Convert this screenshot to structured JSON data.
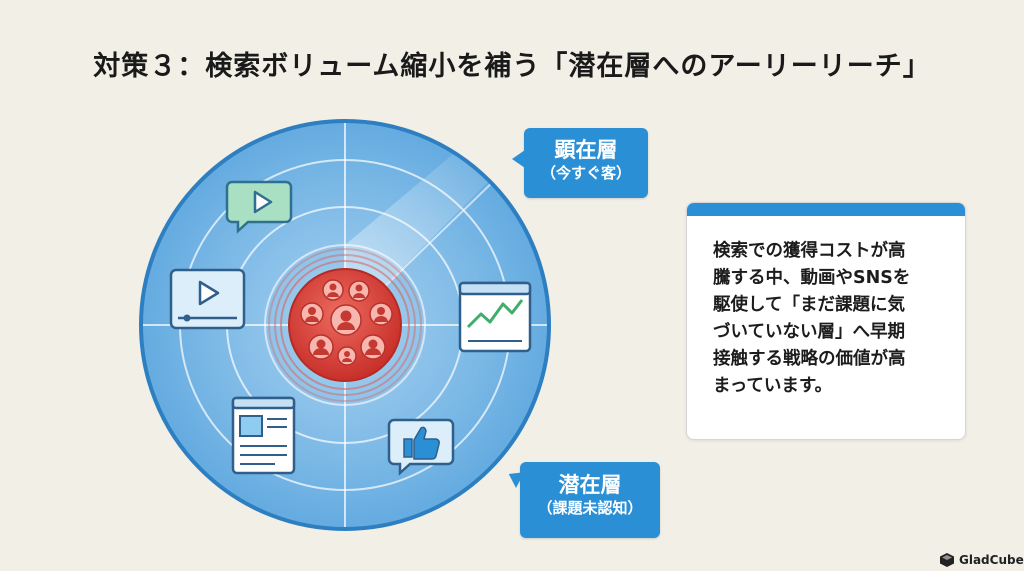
{
  "title": "対策３：検索ボリューム縮小を補う「潜在層へのアーリーリーチ」",
  "labels": {
    "kenzai_main": "顕在層",
    "kenzai_sub": "（今すぐ客）",
    "senzai_main": "潜在層",
    "senzai_sub": "（課題未認知）"
  },
  "card": {
    "text": "検索での獲得コストが高\n騰する中、動画やSNSを\n駆使して「まだ課題に気\nづいていない層」へ早期\n接触する戦略の価値が高\nまっています。"
  },
  "logo": {
    "text": "GladCube"
  },
  "colors": {
    "accent_blue": "#2b8fd6",
    "radar_fill": "#72b4e4",
    "core_red": "#d9443c",
    "background": "#f1efe6"
  },
  "icons": [
    "video-play-icon",
    "video-player-icon",
    "analytics-chart-icon",
    "webpage-icon",
    "thumbs-up-icon",
    "people-group-icon"
  ]
}
